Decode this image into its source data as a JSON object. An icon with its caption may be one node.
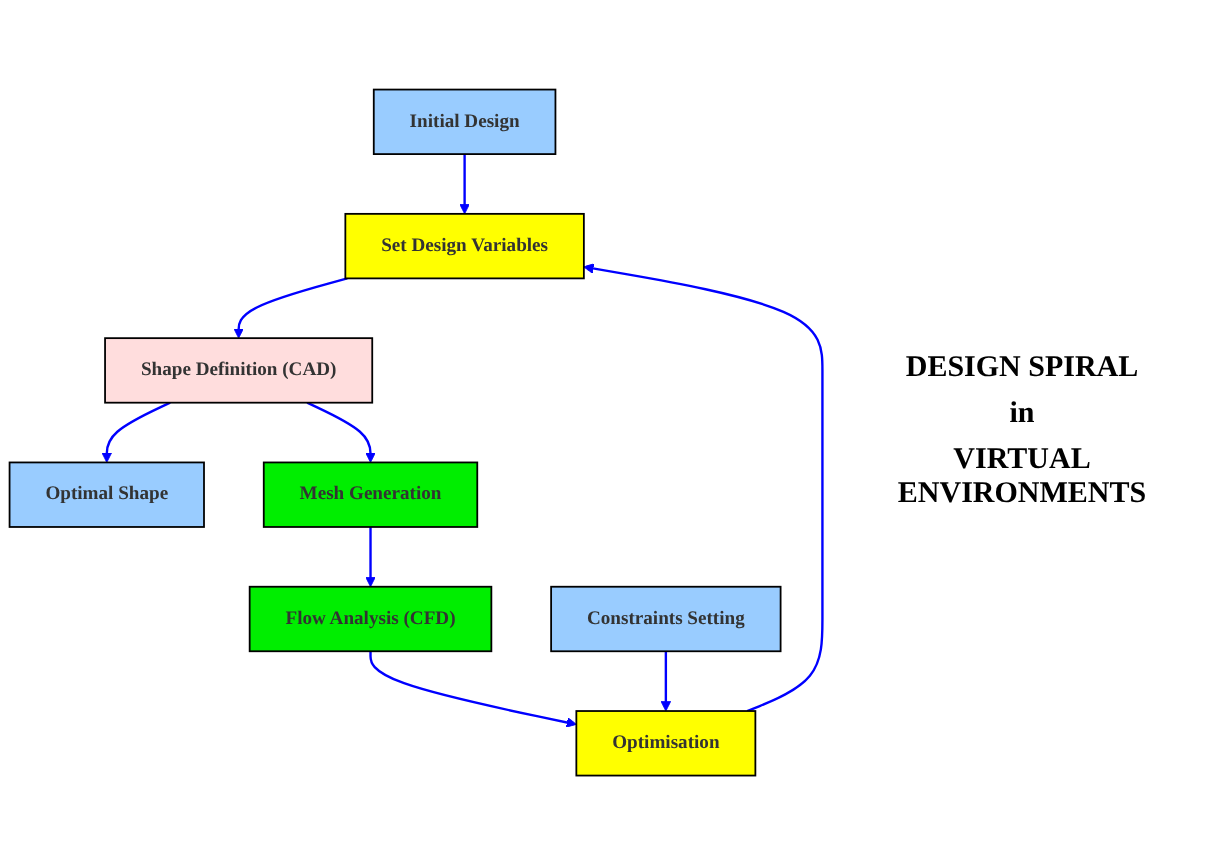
{
  "diagram": {
    "nodes": [
      {
        "text": [
          "Initial Design"
        ]
      },
      {
        "text": [
          "Shape Definition (CAD)"
        ]
      },
      {
        "text": [
          "Optimal Shape"
        ]
      },
      {
        "text": [
          "Set Design Variables"
        ]
      },
      {
        "text": [
          "Mesh Generation"
        ]
      },
      {
        "text": [
          "Constraints Setting"
        ]
      },
      {
        "text": [
          "Optimisation"
        ]
      },
      {
        "text": [
          "Flow Analysis (CFD)"
        ]
      }
    ],
    "edges": [
      {
        "from": 0,
        "to": 3,
        "arrow": "to"
      },
      {
        "from": 3,
        "to": 1,
        "arrow": "to"
      },
      {
        "from": 1,
        "to": 2,
        "arrow": "to"
      },
      {
        "from": 1,
        "to": 4,
        "arrow": "to"
      },
      {
        "from": 4,
        "to": 7,
        "arrow": "to"
      },
      {
        "from": 7,
        "to": 6,
        "arrow": "to"
      },
      {
        "from": 5,
        "to": 6,
        "arrow": "to"
      },
      {
        "from": 6,
        "to": 3,
        "arrow": "to"
      }
    ],
    "labels": [
      "DESIGN SPIRAL",
      "in",
      "VIRTUAL ENVIRONMENTS"
    ]
  }
}
